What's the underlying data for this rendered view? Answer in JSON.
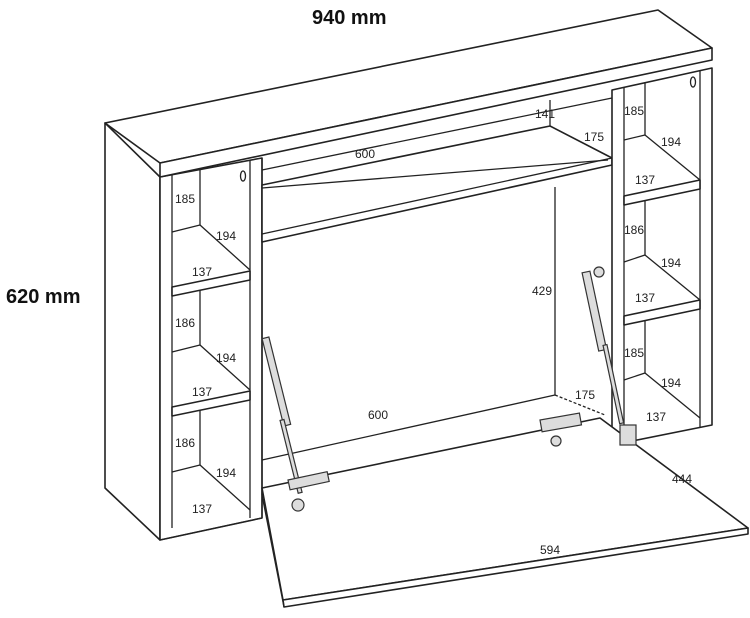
{
  "overall": {
    "width": "940 mm",
    "height": "620 mm"
  },
  "top_shelf": {
    "length": "600",
    "depth": "175",
    "back_height": "141"
  },
  "desk": {
    "opening_height": "429",
    "back_length": "600",
    "depth": "175",
    "flap_length": "594",
    "flap_depth": "444"
  },
  "left_column": {
    "cells": [
      {
        "height": "185",
        "diag": "194",
        "width": "137"
      },
      {
        "height": "186",
        "diag": "194",
        "width": "137"
      },
      {
        "height": "186",
        "diag": "194",
        "width": "137"
      }
    ]
  },
  "right_column": {
    "cells": [
      {
        "height": "185",
        "diag": "194",
        "width": "137"
      },
      {
        "height": "186",
        "diag": "194",
        "width": "137"
      },
      {
        "height": "185",
        "diag": "194",
        "width": "137"
      }
    ]
  }
}
